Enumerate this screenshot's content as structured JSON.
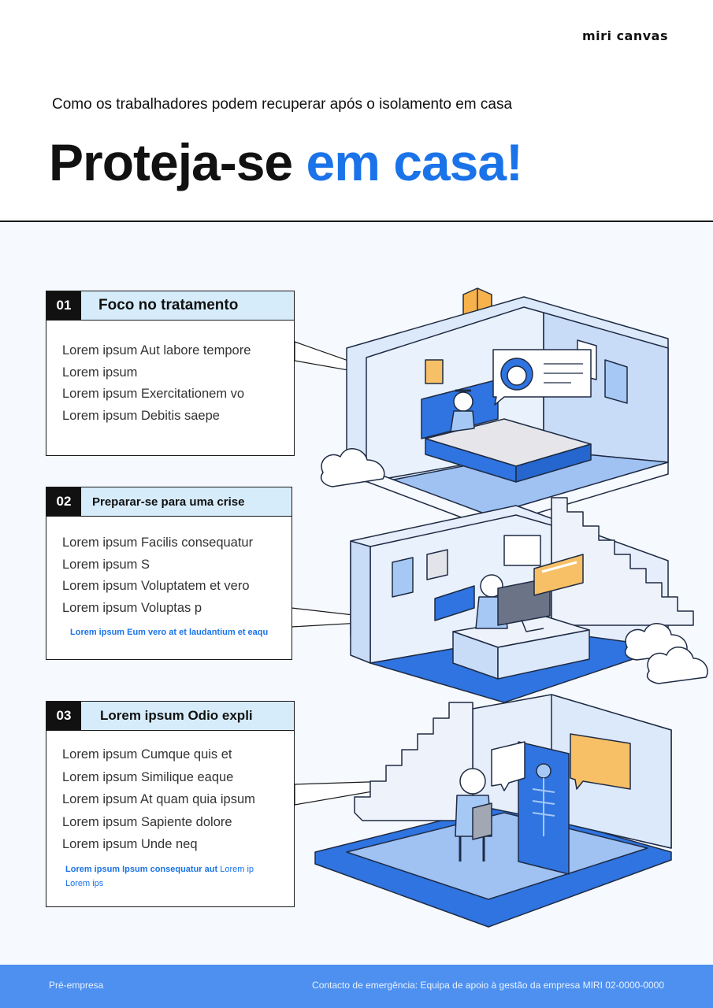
{
  "brand": {
    "logo": "miri canvas"
  },
  "header": {
    "subtitle": "Como os trabalhadores podem recuperar após o isolamento em casa",
    "title_main": "Proteja-se",
    "title_accent": "em casa!"
  },
  "sections": [
    {
      "number": "01",
      "title": "Foco no tratamento",
      "lines": [
        "Lorem ipsum Aut labore tempore",
        "Lorem ipsum",
        "Lorem ipsum Exercitationem vo",
        "Lorem ipsum Debitis saepe"
      ]
    },
    {
      "number": "02",
      "title": "Preparar-se para uma crise",
      "lines": [
        "Lorem ipsum Facilis consequatur",
        "Lorem ipsum S",
        "Lorem ipsum Voluptatem et vero",
        "Lorem ipsum Voluptas p"
      ],
      "note_bold": "Lorem ipsum Eum vero at et laudantium et eaqu"
    },
    {
      "number": "03",
      "title": "Lorem ipsum Odio expli",
      "lines": [
        "Lorem ipsum Cumque quis et",
        "Lorem ipsum Similique eaque",
        "Lorem ipsum At quam quia ipsum",
        "Lorem ipsum Sapiente dolore",
        "Lorem ipsum Unde neq"
      ],
      "note_bold": "Lorem ipsum Ipsum consequatur aut",
      "note_regular": "Lorem ip",
      "note_line2": "Lorem ips"
    }
  ],
  "footer": {
    "left": "Pré-empresa",
    "right": "Contacto de emergência: Equipa de apoio à gestão da empresa MIRI 02-0000-0000"
  },
  "colors": {
    "accent": "#1a73e8",
    "card_header": "#d6ecfa",
    "footer": "#4d90f0",
    "room_light": "#dce9fb",
    "room_mid": "#9fc2f3",
    "room_dark": "#2f74e0"
  }
}
